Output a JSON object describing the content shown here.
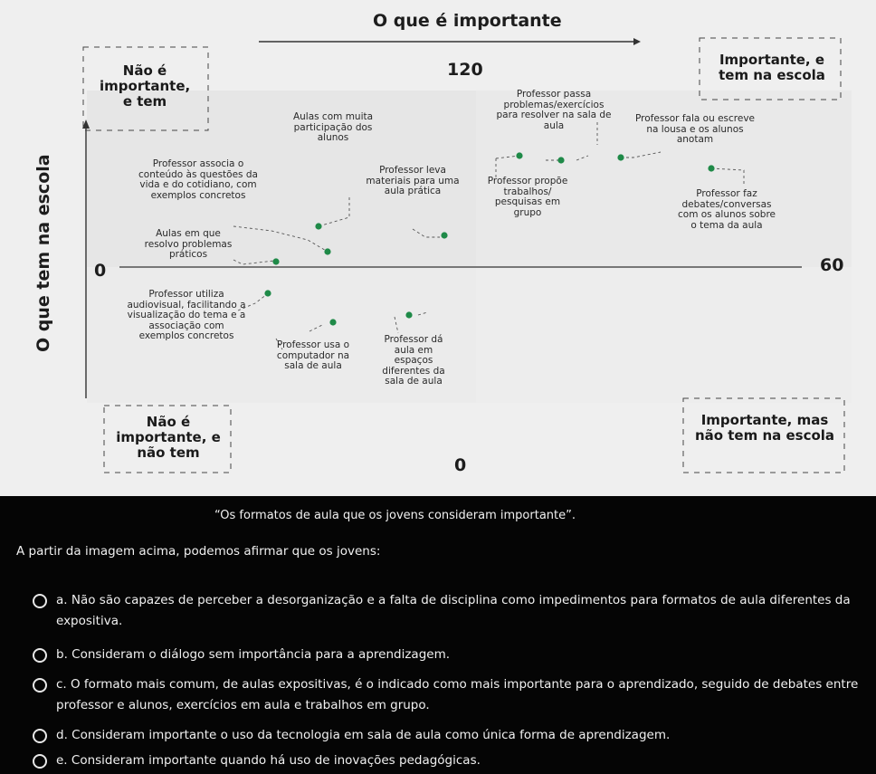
{
  "figure": {
    "title": "O que é importante",
    "y_axis_label": "O que tem na escola",
    "value_top": "120",
    "value_right": "60",
    "value_left": "0",
    "value_bottom": "0",
    "quadrants": {
      "top_left": "Não é importante, e tem",
      "top_right": "Importante, e tem na escola",
      "bottom_left": "Não é importante, e não tem",
      "bottom_right": "Importante, mas não tem na escola"
    },
    "items": {
      "aulas_muita_participacao": "Aulas com muita participação dos alunos",
      "professor_problemas": "Professor passa problemas/exercícios para resolver na sala de aula",
      "professor_fala_lousa": "Professor fala ou escreve na lousa e os alunos anotam",
      "professor_associa": "Professor associa o conteúdo às questões da vida e do cotidiano, com exemplos concretos",
      "professor_materiais": "Professor leva materiais para uma aula prática",
      "professor_trabalhos": "Professor propõe trabalhos/ pesquisas em grupo",
      "professor_debates": "Professor faz debates/conversas com os alunos sobre o tema da aula",
      "aulas_resolvo": "Aulas em que resolvo problemas práticos",
      "professor_audiovisual": "Professor utiliza audiovisual, facilitando a visualização do tema e a associação com exemplos concretos",
      "professor_computador": "Professor usa o computador na sala de aula",
      "professor_espacos": "Professor dá aula em espaços diferentes da sala de aula"
    }
  },
  "caption": "“Os formatos de aula que os jovens consideram importante”.",
  "question": "A partir da imagem acima, podemos afirmar que os jovens:",
  "options": [
    {
      "letter": "a.",
      "text": "Não são capazes de perceber a desorganização e a falta de disciplina como impedimentos para formatos de aula diferentes da expositiva."
    },
    {
      "letter": "b.",
      "text": "Consideram o diálogo sem importância para a aprendizagem."
    },
    {
      "letter": "c.",
      "text": "O formato mais comum, de aulas expositivas, é o indicado como mais importante para o aprendizado, seguido de debates entre professor e alunos, exercícios em aula e trabalhos em grupo."
    },
    {
      "letter": "d.",
      "text": "Consideram importante o uso da tecnologia em sala de aula como única forma de aprendizagem."
    },
    {
      "letter": "e.",
      "text": "Consideram importante quando há uso de inovações pedagógicas."
    }
  ],
  "colors": {
    "dot": "#1f8a48",
    "axis": "#333333",
    "background": "#050505"
  }
}
